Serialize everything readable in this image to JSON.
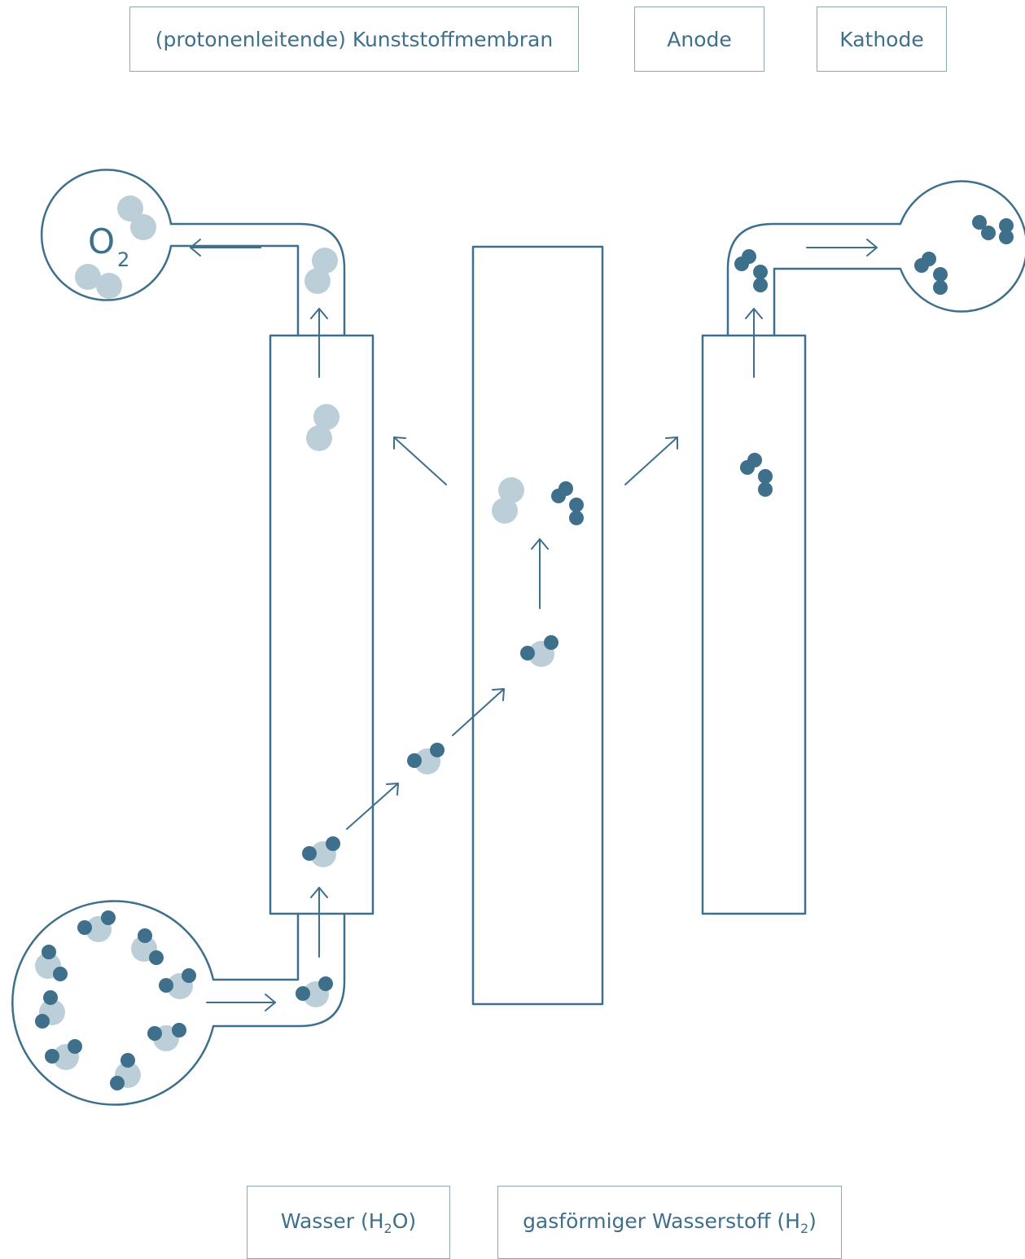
{
  "labels": {
    "membrane": "(protonenleitende) Kunststoffmembran",
    "anode": "Anode",
    "cathode": "Kathode",
    "water_prefix": "Wasser (H",
    "water_sub": "2",
    "water_suffix": "O)",
    "hydrogen_prefix": "gasförmiger Wasserstoff (H",
    "hydrogen_sub": "2",
    "hydrogen_suffix": ")"
  },
  "oxygen_tank": {
    "symbol": "O",
    "subscript": "2"
  },
  "colors": {
    "line": "#3e6f8b",
    "oxygen_atom": "#bccfd9",
    "hydrogen_atom": "#3e6f8b",
    "label_border": "#8aa7b8"
  }
}
